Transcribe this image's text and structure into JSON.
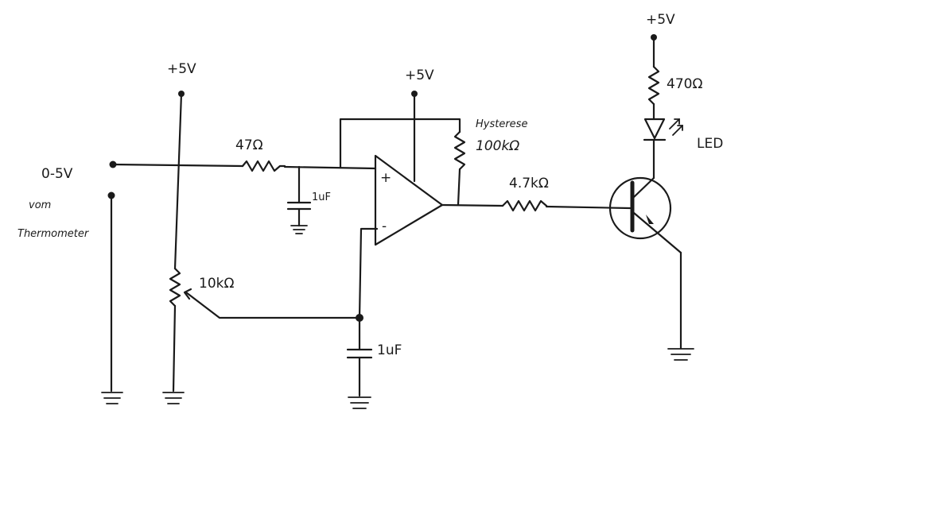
{
  "labels": {
    "input_voltage": "0-5V",
    "sensor_line1": "vom",
    "sensor_line2": "Thermometer",
    "supply_pot": "+5V",
    "supply_opamp": "+5V",
    "supply_led": "+5V",
    "r_input": "47Ω",
    "c_input": "1uF",
    "r_hyst_line1": "Hysterese",
    "r_hyst_line2": "100kΩ",
    "r_base": "4.7kΩ",
    "r_led": "470Ω",
    "led": "LED",
    "pot": "10kΩ",
    "c_ref": "1uF",
    "opamp_plus": "+",
    "opamp_minus": "-"
  },
  "colors": {
    "ink": "#1a1a1a",
    "paper": "#ffffff"
  }
}
